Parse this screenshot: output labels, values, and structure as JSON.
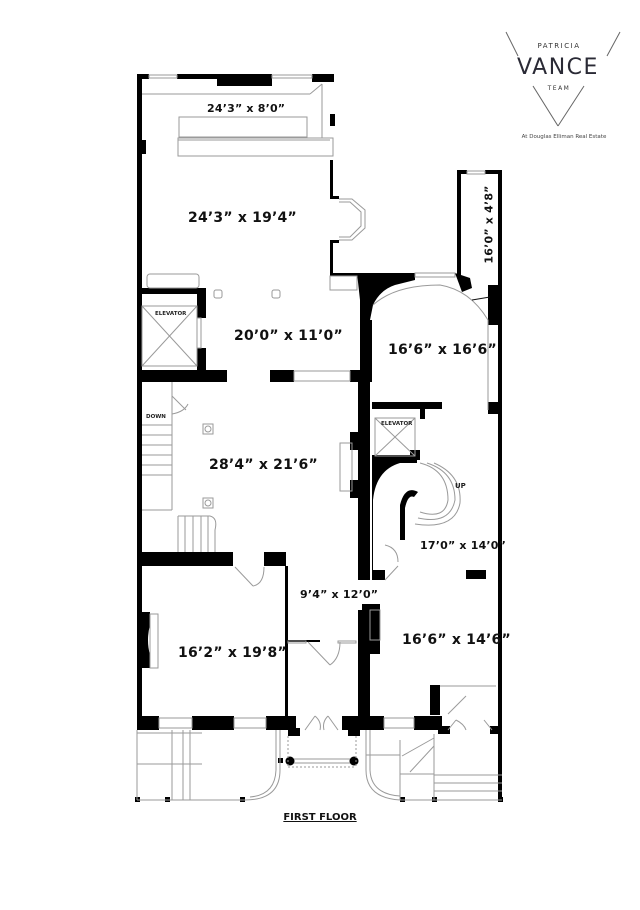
{
  "brand": {
    "line1": "PATRICIA",
    "line2": "VANCE",
    "line3": "TEAM",
    "affiliation": "At Douglas Elliman Real Estate",
    "color": "#2a2a35"
  },
  "floor_title": "FIRST FLOOR",
  "rooms": [
    {
      "id": "sunroom",
      "dimensions": "24’3” x 8’0”"
    },
    {
      "id": "living-room",
      "dimensions": "24’3” x 19’4”"
    },
    {
      "id": "closet-narrow",
      "dimensions": "16’0” x 4’8”"
    },
    {
      "id": "hall-upper",
      "dimensions": "20’0” x 11’0”"
    },
    {
      "id": "rotunda",
      "dimensions": "16’6” x 16’6”"
    },
    {
      "id": "great-room",
      "dimensions": "28’4” x 21’6”"
    },
    {
      "id": "stair-hall",
      "dimensions": "17’0” x 14’0”"
    },
    {
      "id": "foyer",
      "dimensions": "9’4” x 12’0”"
    },
    {
      "id": "front-left-room",
      "dimensions": "16’2” x 19’8”"
    },
    {
      "id": "front-right-room",
      "dimensions": "16’6” x 14’6”"
    }
  ],
  "annotations": {
    "elevator_left": "ELEVATOR",
    "elevator_right": "ELEVATOR",
    "stairs_down": "DOWN",
    "stairs_up": "UP"
  },
  "colors": {
    "wall": "#000000",
    "window": "#bdbdbd",
    "line": "#9a9a9a",
    "background": "#ffffff"
  }
}
